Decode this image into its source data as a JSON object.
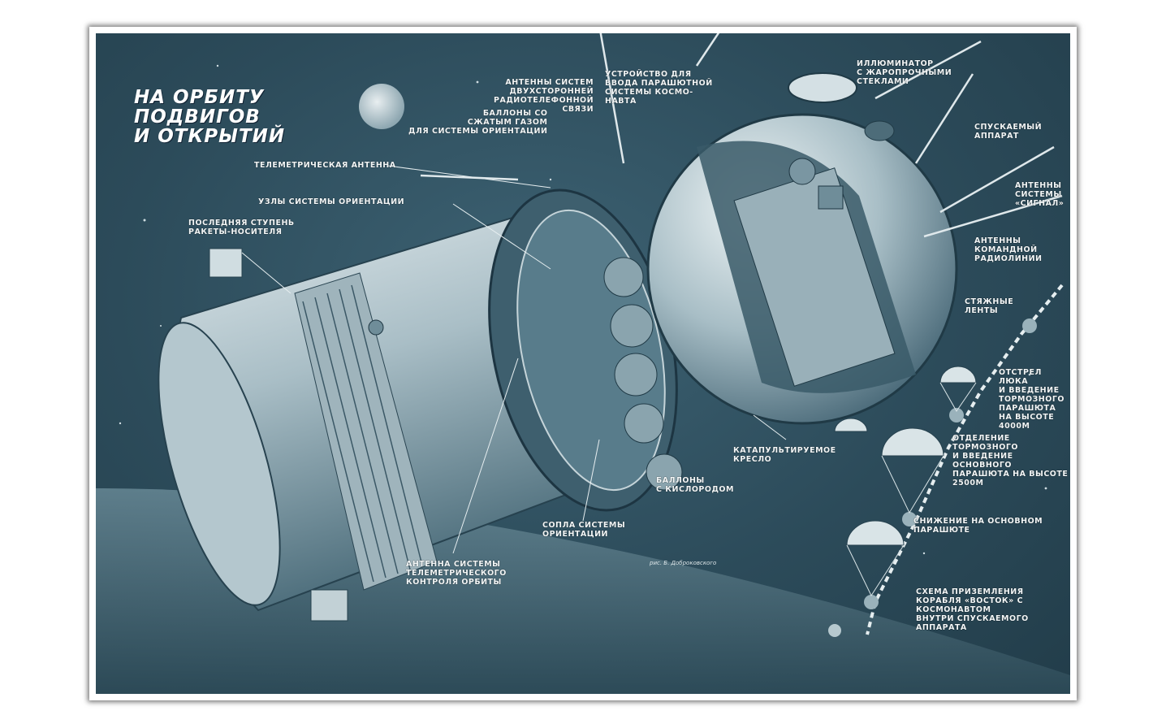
{
  "title": "НА ОРБИТУ\nПОДВИГОВ\nИ ОТКРЫТИЙ",
  "signature": "рис. Б. Доброковского",
  "labels": {
    "radiotelephone_antennas": "Антенны систем\nдвухсторонней\nрадиотелефонной\nсвязи",
    "parachute_device": "Устройство для\nввода парашютной\nсистемы космо-\nнавта",
    "gas_cylinders": "Баллоны со\nсжатым газом\nдля системы ориентации",
    "telemetry_antenna": "Телеметрическая антенна",
    "orientation_units": "Узлы системы ориентации",
    "last_stage": "Последняя ступень\nракеты-носителя",
    "porthole": "Иллюминатор\nс жаропрочными\nстеклами",
    "descent_module": "Спускаемый\nаппарат",
    "signal_antennas": "Антенны\nсистемы\n«Сигнал»",
    "command_antennas": "Антенны\nкомандной\nрадиолинии",
    "straps": "Стяжные\nленты",
    "ejection_seat": "Катапультируемое\nкресло",
    "oxygen_cylinders": "Баллоны\nс кислородом",
    "orientation_nozzles": "Сопла системы\nориентации",
    "orbit_antenna": "Антенна системы\nтелеметрического\nконтроля орбиты",
    "step1": "Отстрел люка\nи введение\nтормозного\nпарашюта\nна высоте\n4000м",
    "step2": "Отделение тормозного\nи введение основного\nпарашюта на высоте\n2500м",
    "step3": "Снижение на основном\nпарашюте",
    "scheme": "Схема приземления\nкорабля «Восток» с космонавтом\nвнутри спускаемого аппарата"
  },
  "colors": {
    "background": "#2c4b5a",
    "metal": "#c9d6db",
    "text": "#f2f6f7"
  }
}
